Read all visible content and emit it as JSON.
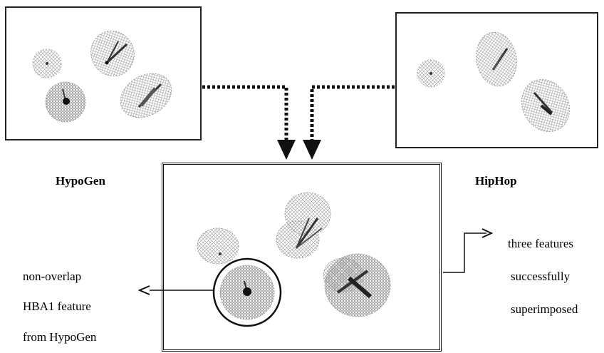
{
  "labels": {
    "left_title": "HypoGen",
    "right_title": "HipHop",
    "left_note": [
      "non-overlap",
      "HBA1 feature",
      "from HypoGen"
    ],
    "right_note": [
      "three features",
      "successfully",
      "superimposed"
    ]
  },
  "colors": {
    "line": "#111111",
    "mesh": "#9a9a9a",
    "vector": "#3a3a3a"
  },
  "icons": {
    "feature_sphere": "mesh-sphere-icon",
    "vector": "feature-vector-icon"
  }
}
